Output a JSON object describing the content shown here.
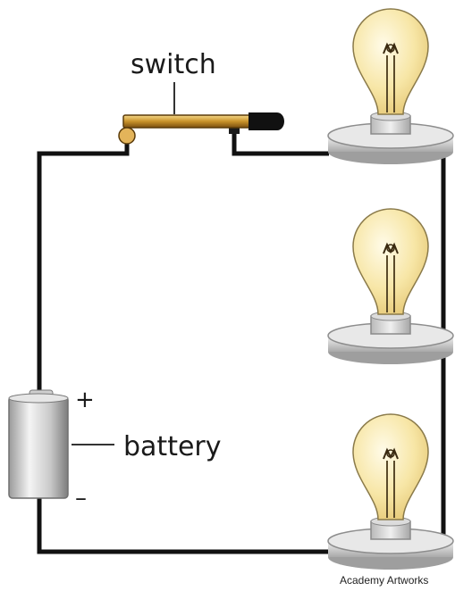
{
  "labels": {
    "switch": "switch",
    "battery": "battery",
    "positive": "+",
    "negative": "–"
  },
  "credit": "Academy Artworks",
  "components": {
    "bulb_count": 3,
    "wire_color": "#111111",
    "bulb_glass_color": "#f7e6a6",
    "switch_bar_color": "#c8922a",
    "base_color": "#d2d2d2"
  }
}
